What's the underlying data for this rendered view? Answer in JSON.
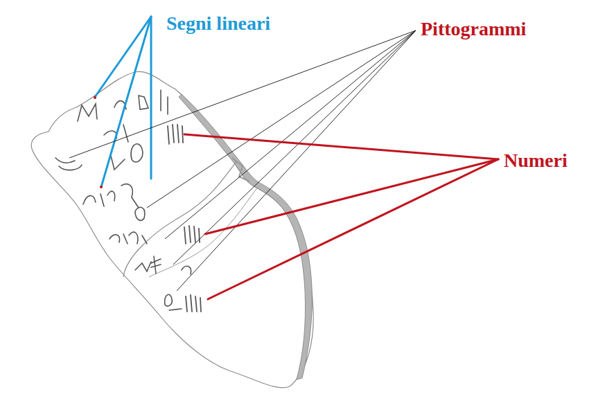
{
  "diagram": {
    "labels": [
      "Segni lineari",
      "Pittogrammi",
      "Numeri"
    ]
  }
}
